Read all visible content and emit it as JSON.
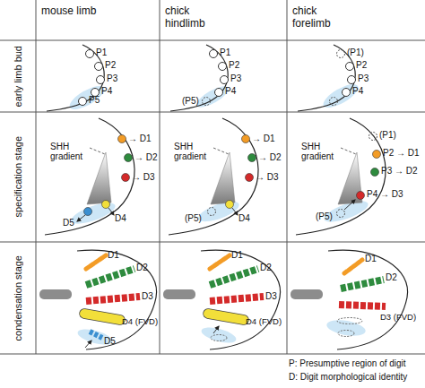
{
  "diagram": {
    "nodes": [
      {
        "text": [
          "mouse limb"
        ]
      },
      {
        "text": [
          "chick hindlimb"
        ]
      },
      {
        "text": [
          "chick forelimb"
        ]
      },
      {
        "text": [
          "early limb bud"
        ]
      },
      {
        "text": [
          "specification stage"
        ]
      },
      {
        "text": [
          "condensation stage"
        ]
      }
    ],
    "labels": [
      "P1",
      "P2",
      "P3",
      "P4",
      "P5",
      "P1",
      "P2",
      "P3",
      "P4",
      "(P5)",
      "(P1)",
      "P2",
      "P3",
      "P4",
      "→ D1",
      "→ D2",
      "→ D3",
      "SHH gradient",
      "D4",
      "D5",
      "→ D1",
      "→ D2",
      "→ D3",
      "SHH gradient",
      "D4",
      "(P5)",
      "(P1)",
      "P2 → D1",
      "P3 → D2",
      "SHH gradient",
      "P4 → D3",
      "(P5)",
      "D1",
      "D2",
      "D3",
      "D4 (FVD)",
      "D5",
      "D1",
      "D2",
      "D3",
      "D4 (FVD)",
      "D1",
      "D2",
      "D3 (FVD)",
      "P: Presumptive region of digit",
      "D: Digit morphological identity"
    ]
  }
}
